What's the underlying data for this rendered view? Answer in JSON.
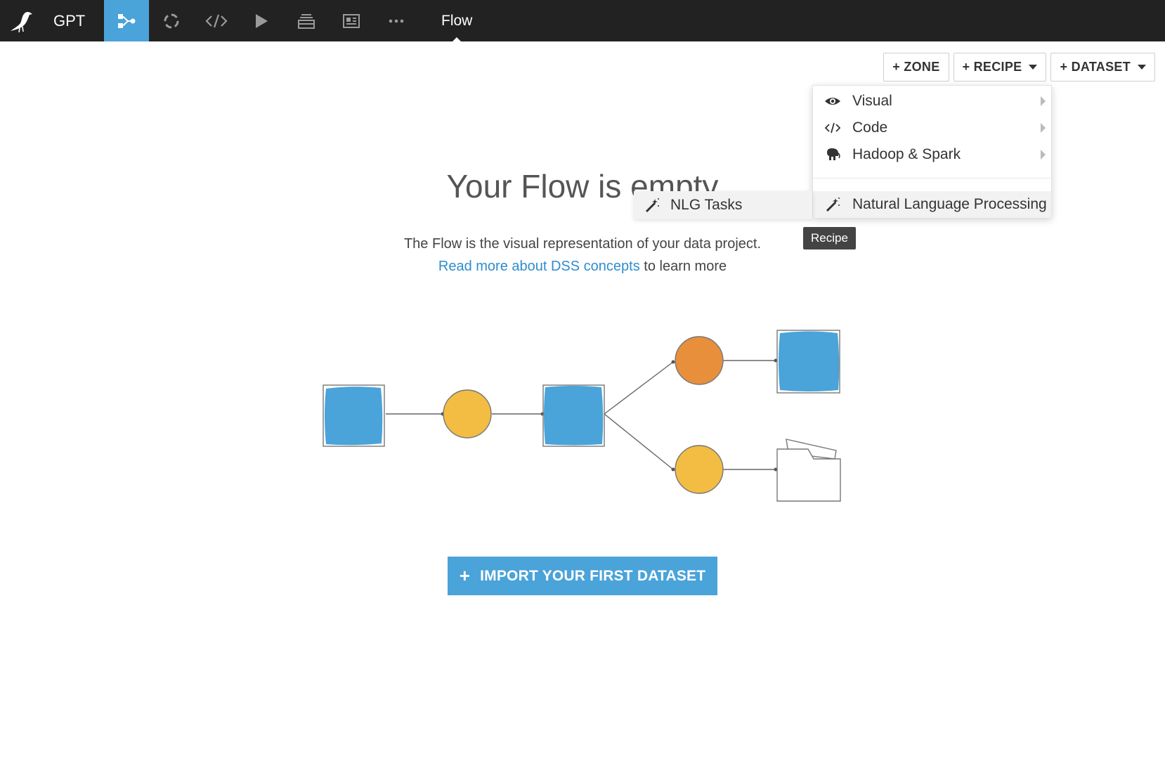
{
  "app": {
    "project_name": "GPT",
    "page_title": "Flow"
  },
  "nav": {
    "icons": [
      "flow-icon",
      "lifecycle-icon",
      "code-icon",
      "jobs-icon",
      "datasets-stack-icon",
      "dashboard-icon",
      "more-icon"
    ],
    "active": "flow-icon"
  },
  "actions": {
    "zone_label": "+ ZONE",
    "recipe_label": "+ RECIPE",
    "dataset_label": "+ DATASET"
  },
  "recipe_menu": {
    "items": [
      {
        "label": "Visual",
        "icon": "eye-icon"
      },
      {
        "label": "Code",
        "icon": "code-icon"
      },
      {
        "label": "Hadoop & Spark",
        "icon": "elephant-icon"
      },
      {
        "label": "Natural Language Processing",
        "icon": "magic-wand-icon"
      }
    ],
    "submenu": [
      {
        "label": "NLG Tasks",
        "icon": "magic-wand-icon"
      }
    ],
    "tooltip": "Recipe"
  },
  "empty_state": {
    "title": "Your Flow is empty",
    "description": "The Flow is the visual representation of your data project.",
    "link_text": "Read more about DSS concepts",
    "link_suffix": " to learn more",
    "import_button": "IMPORT YOUR FIRST DATASET"
  },
  "colors": {
    "topbar": "#222222",
    "accent": "#4aa3d9",
    "link": "#2f8ccf",
    "recipe_yellow": "#f2bd42",
    "recipe_orange": "#e88f3c"
  }
}
